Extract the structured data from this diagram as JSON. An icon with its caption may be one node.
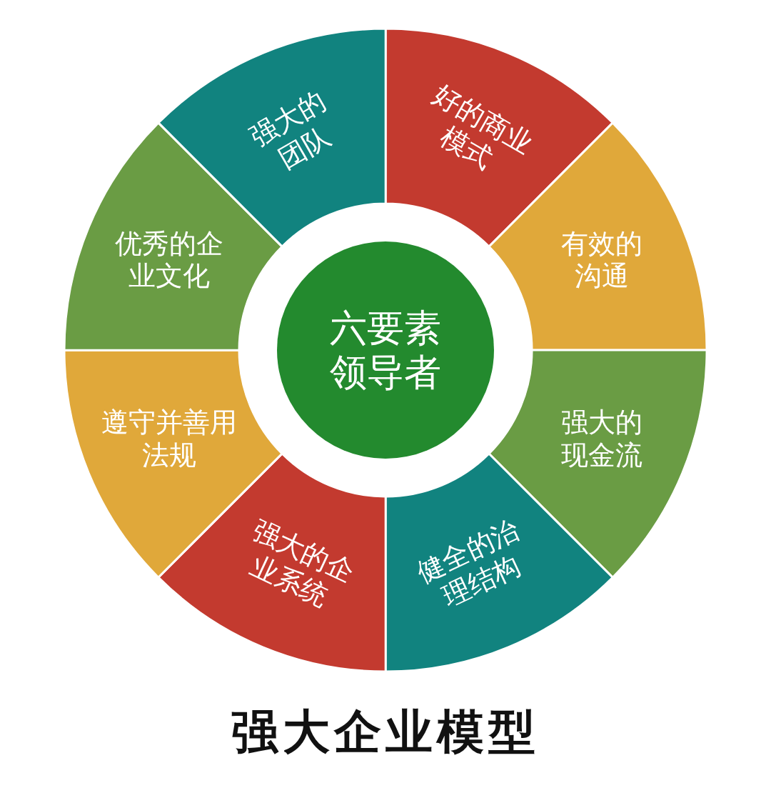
{
  "diagram": {
    "caption": "强大企业模型",
    "nodes": [
      {
        "text": [
          "六要素领导者"
        ]
      },
      {
        "text": [
          "好的商业模式"
        ]
      },
      {
        "text": [
          "有效的沟通"
        ]
      },
      {
        "text": [
          "强大的现金流"
        ]
      },
      {
        "text": [
          "健全的治理结构"
        ]
      },
      {
        "text": [
          "强大的企业系统"
        ]
      },
      {
        "text": [
          "遵守并善用法规"
        ]
      },
      {
        "text": [
          "优秀的企业文化"
        ]
      },
      {
        "text": [
          "强大的团队"
        ]
      }
    ]
  }
}
